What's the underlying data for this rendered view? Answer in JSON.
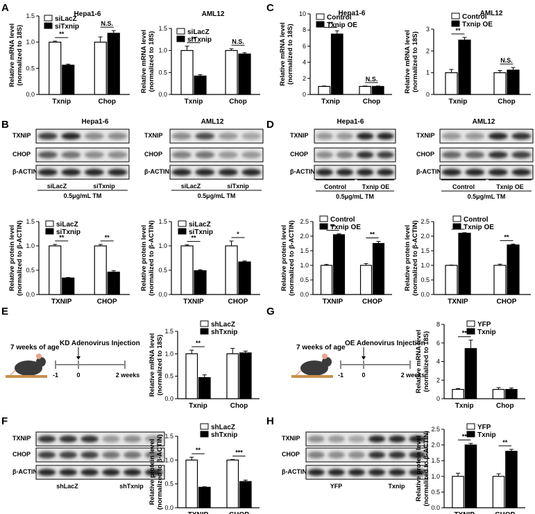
{
  "panels": {
    "A": {
      "letter": "A"
    },
    "B": {
      "letter": "B"
    },
    "C": {
      "letter": "C"
    },
    "D": {
      "letter": "D"
    },
    "E": {
      "letter": "E"
    },
    "F": {
      "letter": "F"
    },
    "G": {
      "letter": "G"
    },
    "H": {
      "letter": "H"
    }
  },
  "blots": [
    {
      "title": "Hepa1-6",
      "rows": [
        "TXNIP",
        "CHOP",
        "β-ACTIN"
      ],
      "groups": [
        "siLacZ",
        "siTxnip"
      ],
      "treatment": "0.5μg/mL TM"
    },
    {
      "title": "AML12",
      "rows": [
        "TXNIP",
        "CHOP",
        "β-ACTIN"
      ],
      "groups": [
        "siLacZ",
        "siTxnip"
      ],
      "treatment": "0.5μg/mL TM"
    },
    {
      "title": "Hepa1-6",
      "rows": [
        "TXNIP",
        "CHOP",
        "β-ACTIN"
      ],
      "groups": [
        "Control",
        "Txnip OE"
      ],
      "treatment": "0.5μg/mL TM"
    },
    {
      "title": "AML12",
      "rows": [
        "TXNIP",
        "CHOP",
        "β-ACTIN"
      ],
      "groups": [
        "Control",
        "Txnip OE"
      ],
      "treatment": "0.5μg/mL TM"
    },
    {
      "title": "",
      "rows": [
        "TXNIP",
        "CHOP",
        "β-ACTIN"
      ],
      "groups": [
        "shLacZ",
        "shTxnip"
      ],
      "treatment": ""
    },
    {
      "title": "",
      "rows": [
        "TXNIP",
        "CHOP",
        "β-ACTIN"
      ],
      "groups": [
        "YFP",
        "Txnip"
      ],
      "treatment": ""
    }
  ],
  "timelines": [
    {
      "age_label": "7 weeks of age",
      "event": "KD Adenovirus Injection",
      "ticks": [
        "-1",
        "0",
        "2 weeks"
      ]
    },
    {
      "age_label": "7 weeks of age",
      "event": "OE Adenovirus Injection",
      "ticks": [
        "-1",
        "0",
        "2 weeks"
      ]
    }
  ],
  "chart_data": [
    {
      "id": "A1",
      "type": "bar",
      "title": "Hepa1-6",
      "ylabel": "Relative mRNA level (normalized to 18S)",
      "ylim": [
        0,
        1.5
      ],
      "yticks": [
        "0.0",
        "0.5",
        "1.0",
        "1.5"
      ],
      "categories": [
        "Txnip",
        "Chop"
      ],
      "series": [
        {
          "name": "siLacZ",
          "values": [
            1.0,
            1.0
          ],
          "errors": [
            0.02,
            0.1
          ],
          "fill": "#ffffff"
        },
        {
          "name": "siTxnip",
          "values": [
            0.56,
            1.17
          ],
          "errors": [
            0.02,
            0.05
          ],
          "fill": "#000000"
        }
      ],
      "annotations": [
        "**",
        "N.S."
      ],
      "legend_position": "top-left"
    },
    {
      "id": "A2",
      "type": "bar",
      "title": "AML12",
      "ylabel": "Relative mRNA level (normalized to 18S)",
      "ylim": [
        0,
        1.5
      ],
      "yticks": [
        "0.0",
        "0.5",
        "1.0",
        "1.5"
      ],
      "categories": [
        "Txnip",
        "Chop"
      ],
      "series": [
        {
          "name": "siLacZ",
          "values": [
            1.0,
            1.0
          ],
          "errors": [
            0.1,
            0.04
          ],
          "fill": "#ffffff"
        },
        {
          "name": "siTxnip",
          "values": [
            0.42,
            0.92
          ],
          "errors": [
            0.03,
            0.03
          ],
          "fill": "#000000"
        }
      ],
      "annotations": [
        "**",
        "N.S."
      ],
      "legend_position": "top-left"
    },
    {
      "id": "C1",
      "type": "bar",
      "title": "Hepa1-6",
      "ylabel": "Relative mRNA level (normalized to 18S)",
      "ylim": [
        0,
        10
      ],
      "yticks": [
        "0",
        "2",
        "4",
        "6",
        "8",
        "10"
      ],
      "categories": [
        "Txnip",
        "Chop"
      ],
      "series": [
        {
          "name": "Control",
          "values": [
            1.0,
            1.0
          ],
          "errors": [
            0.05,
            0.05
          ],
          "fill": "#ffffff"
        },
        {
          "name": "Txnip OE",
          "values": [
            7.5,
            1.0
          ],
          "errors": [
            0.4,
            0.05
          ],
          "fill": "#000000"
        }
      ],
      "annotations": [
        "**",
        "N.S."
      ],
      "legend_position": "top-left"
    },
    {
      "id": "C2",
      "type": "bar",
      "title": "AML12",
      "ylabel": "Relative mRNA level (normalized to 18S)",
      "ylim": [
        0,
        3
      ],
      "yticks": [
        "0",
        "1",
        "2",
        "3"
      ],
      "categories": [
        "Txnip",
        "Chop"
      ],
      "series": [
        {
          "name": "Control",
          "values": [
            1.0,
            1.0
          ],
          "errors": [
            0.15,
            0.1
          ],
          "fill": "#ffffff"
        },
        {
          "name": "Txnip OE",
          "values": [
            2.5,
            1.12
          ],
          "errors": [
            0.12,
            0.12
          ],
          "fill": "#000000"
        }
      ],
      "annotations": [
        "**",
        "N.S."
      ],
      "legend_position": "top-right"
    },
    {
      "id": "B1",
      "type": "bar",
      "title": "",
      "ylabel": "Relative protein level (normalized to β-ACTIN)",
      "ylim": [
        0,
        1.5
      ],
      "yticks": [
        "0.0",
        "0.5",
        "1.0",
        "1.5"
      ],
      "categories": [
        "TXNIP",
        "CHOP"
      ],
      "series": [
        {
          "name": "siLacZ",
          "values": [
            1.0,
            1.0
          ],
          "errors": [
            0.03,
            0.03
          ],
          "fill": "#ffffff"
        },
        {
          "name": "siTxnip",
          "values": [
            0.34,
            0.46
          ],
          "errors": [
            0.01,
            0.03
          ],
          "fill": "#000000"
        }
      ],
      "annotations": [
        "**",
        "**"
      ],
      "legend_position": "top-left"
    },
    {
      "id": "B2",
      "type": "bar",
      "title": "",
      "ylabel": "Relative protein level (normalized to β-ACTIN)",
      "ylim": [
        0,
        1.5
      ],
      "yticks": [
        "0.0",
        "0.5",
        "1.0",
        "1.5"
      ],
      "categories": [
        "TXNIP",
        "CHOP"
      ],
      "series": [
        {
          "name": "siLacZ",
          "values": [
            1.0,
            1.0
          ],
          "errors": [
            0.02,
            0.1
          ],
          "fill": "#ffffff"
        },
        {
          "name": "siTxnip",
          "values": [
            0.49,
            0.67
          ],
          "errors": [
            0.02,
            0.02
          ],
          "fill": "#000000"
        }
      ],
      "annotations": [
        "**",
        "*"
      ],
      "legend_position": "top-left"
    },
    {
      "id": "D1",
      "type": "bar",
      "title": "",
      "ylabel": "Relative protein level (normalized to β-ACTIN)",
      "ylim": [
        0,
        2.5
      ],
      "yticks": [
        "0.0",
        "0.5",
        "1.0",
        "1.5",
        "2.0",
        "2.5"
      ],
      "categories": [
        "TXNIP",
        "CHOP"
      ],
      "series": [
        {
          "name": "Control",
          "values": [
            1.0,
            1.0
          ],
          "errors": [
            0.03,
            0.06
          ],
          "fill": "#ffffff"
        },
        {
          "name": "Txnip OE",
          "values": [
            2.05,
            1.75
          ],
          "errors": [
            0.03,
            0.07
          ],
          "fill": "#000000"
        }
      ],
      "annotations": [
        "**",
        "**"
      ],
      "legend_position": "top-left"
    },
    {
      "id": "D2",
      "type": "bar",
      "title": "",
      "ylabel": "Relative protein level (normalized to β-ACTIN)",
      "ylim": [
        0,
        2.5
      ],
      "yticks": [
        "0.0",
        "0.5",
        "1.0",
        "1.5",
        "2.0",
        "2.5"
      ],
      "categories": [
        "TXNIP",
        "CHOP"
      ],
      "series": [
        {
          "name": "Control",
          "values": [
            1.0,
            1.0
          ],
          "errors": [
            0.01,
            0.04
          ],
          "fill": "#ffffff"
        },
        {
          "name": "Txnip OE",
          "values": [
            2.1,
            1.7
          ],
          "errors": [
            0.02,
            0.03
          ],
          "fill": "#000000"
        }
      ],
      "annotations": [
        "**",
        "**"
      ],
      "legend_position": "top-left"
    },
    {
      "id": "E",
      "type": "bar",
      "title": "",
      "ylabel": "Relative mRNA level (normalized to 18S)",
      "ylim": [
        0,
        1.5
      ],
      "yticks": [
        "0.0",
        "0.5",
        "1.0",
        "1.5"
      ],
      "categories": [
        "Txnip",
        "Chop"
      ],
      "series": [
        {
          "name": "shLacZ",
          "values": [
            1.0,
            1.0
          ],
          "errors": [
            0.08,
            0.12
          ],
          "fill": "#ffffff"
        },
        {
          "name": "shTxnip",
          "values": [
            0.47,
            1.02
          ],
          "errors": [
            0.06,
            0.04
          ],
          "fill": "#000000"
        }
      ],
      "annotations": [
        "**",
        ""
      ],
      "legend_position": "top-left"
    },
    {
      "id": "G",
      "type": "bar",
      "title": "",
      "ylabel": "Relative mRNA level (normalized to 18S)",
      "ylim": [
        0,
        8
      ],
      "yticks": [
        "0",
        "2",
        "4",
        "6",
        "8"
      ],
      "categories": [
        "Txnip",
        "Chop"
      ],
      "series": [
        {
          "name": "YFP",
          "values": [
            1.0,
            1.0
          ],
          "errors": [
            0.1,
            0.2
          ],
          "fill": "#ffffff"
        },
        {
          "name": "Txnip",
          "values": [
            5.4,
            1.0
          ],
          "errors": [
            0.9,
            0.15
          ],
          "fill": "#000000"
        }
      ],
      "annotations": [
        "**",
        ""
      ],
      "legend_position": "top-left"
    },
    {
      "id": "F",
      "type": "bar",
      "title": "",
      "ylabel": "Relative protein level (normalized to β-ACTIN)",
      "ylim": [
        0,
        1.5
      ],
      "yticks": [
        "0.0",
        "0.5",
        "1.0",
        "1.5"
      ],
      "categories": [
        "TXNIP",
        "CHOP"
      ],
      "series": [
        {
          "name": "shLacZ",
          "values": [
            1.0,
            1.0
          ],
          "errors": [
            0.06,
            0.01
          ],
          "fill": "#ffffff"
        },
        {
          "name": "shTxnip",
          "values": [
            0.43,
            0.55
          ],
          "errors": [
            0.01,
            0.03
          ],
          "fill": "#000000"
        }
      ],
      "annotations": [
        "**",
        "***"
      ],
      "legend_position": "top-left"
    },
    {
      "id": "H",
      "type": "bar",
      "title": "",
      "ylabel": "Relative protein level (normalized to β-ACTIN)",
      "ylim": [
        0,
        2.5
      ],
      "yticks": [
        "0.0",
        "0.5",
        "1.0",
        "1.5",
        "2.0",
        "2.5"
      ],
      "categories": [
        "TXNIP",
        "CHOP"
      ],
      "series": [
        {
          "name": "YFP",
          "values": [
            1.0,
            1.0
          ],
          "errors": [
            0.1,
            0.08
          ],
          "fill": "#ffffff"
        },
        {
          "name": "Txnip",
          "values": [
            2.0,
            1.8
          ],
          "errors": [
            0.05,
            0.06
          ],
          "fill": "#000000"
        }
      ],
      "annotations": [
        "**",
        "**"
      ],
      "legend_position": "top-left"
    }
  ]
}
